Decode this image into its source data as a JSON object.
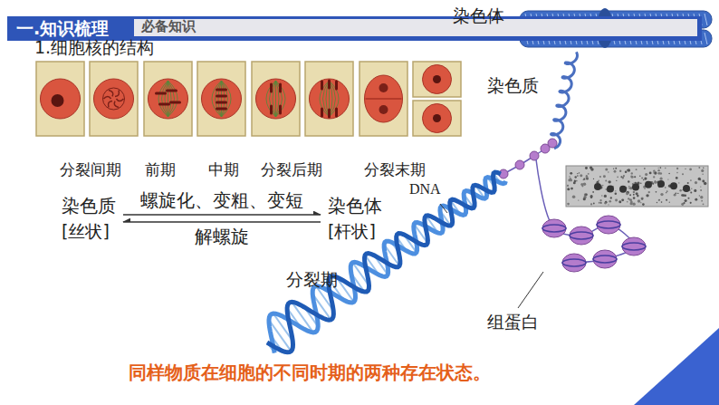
{
  "diagram": {
    "nodes": [
      {
        "text": [
          "一.知识梳理"
        ]
      },
      {
        "text": [
          "必备知识"
        ],
        "in": 0
      },
      {
        "text": [
          "染色质",
          "[丝状]"
        ]
      },
      {
        "text": [
          "染色体",
          "[杆状]"
        ]
      }
    ],
    "edges": [
      {
        "from": 2,
        "to": 3,
        "arrow": "to",
        "label": "螺旋化、变粗、变短"
      },
      {
        "from": 3,
        "to": 2,
        "arrow": "to",
        "label": "解螺旋"
      }
    ],
    "labels": [
      "1.细胞核的结构",
      "分裂间期",
      "前期",
      "中期",
      "分裂后期",
      "分裂末期",
      "染色体",
      "染色质",
      "DNA",
      "分裂期",
      "组蛋白",
      "同样物质在细胞的不同时期的两种存在状态。"
    ]
  }
}
